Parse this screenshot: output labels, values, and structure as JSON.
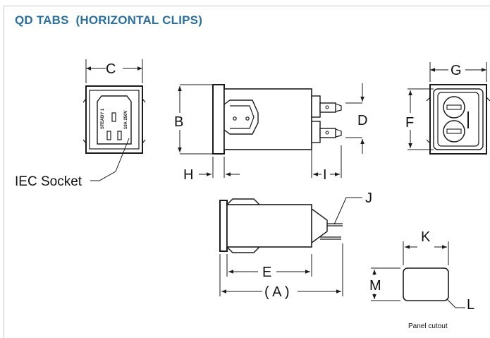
{
  "page": {
    "title": "QD TABS  (HORIZONTAL CLIPS)"
  },
  "labels": {
    "A": "( A )",
    "B": "B",
    "C": "C",
    "D": "D",
    "E": "E",
    "F": "F",
    "G": "G",
    "H": "H",
    "I": "I",
    "J": "J",
    "K": "K",
    "L": "L",
    "M": "M"
  },
  "callouts": {
    "iec_socket": "IEC Socket",
    "panel_cutout": "Panel cutout"
  },
  "socket_text": {
    "model": "STEADY 1",
    "rating": "10A  250V"
  },
  "colors": {
    "title": "#2a6f9e",
    "line": "#1a1a1a",
    "frame": "#c8c8c8"
  }
}
